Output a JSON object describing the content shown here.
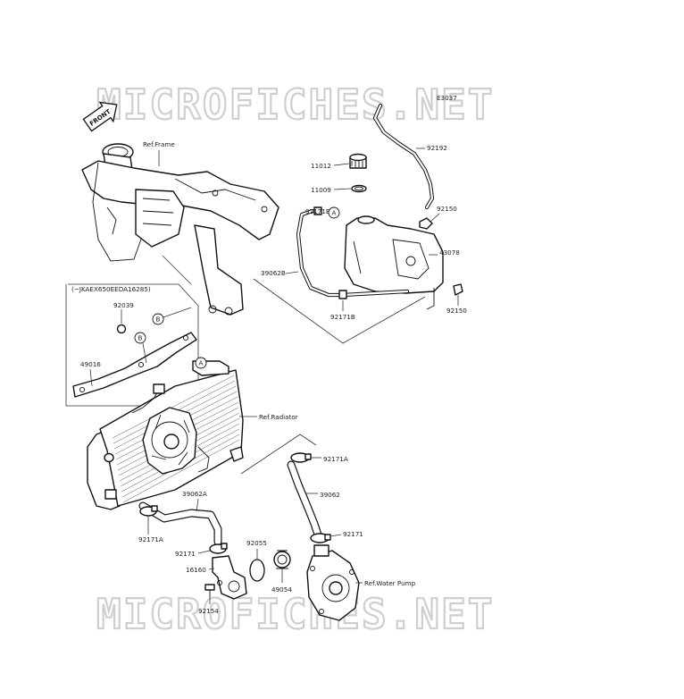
{
  "watermark": "MICROFICHES.NET",
  "diagram_code": "E3037",
  "front_label": "FRONT",
  "variant_box_title": "(~JKAEX650EEDA16285)",
  "references": {
    "frame": "Ref.Frame",
    "radiator": "Ref.Radiator",
    "water_pump": "Ref.Water Pump"
  },
  "callouts": {
    "a": "A",
    "b": "B"
  },
  "parts": {
    "p92192": "92192",
    "p11012": "11012",
    "p11009": "11009",
    "p92150_top": "92150",
    "p92171b_top": "92171B",
    "p43078": "43078",
    "p39062b": "39062B",
    "p92171b_bottom": "92171B",
    "p92150_bottom": "92150",
    "p92039": "92039",
    "p49016": "49016",
    "p92171a_right": "92171A",
    "p39062": "39062",
    "p39062a": "39062A",
    "p92171_right": "92171",
    "p92171a_left": "92171A",
    "p92171_left": "92171",
    "p92055": "92055",
    "p16160": "16160",
    "p49054": "49054",
    "p92154": "92154"
  }
}
